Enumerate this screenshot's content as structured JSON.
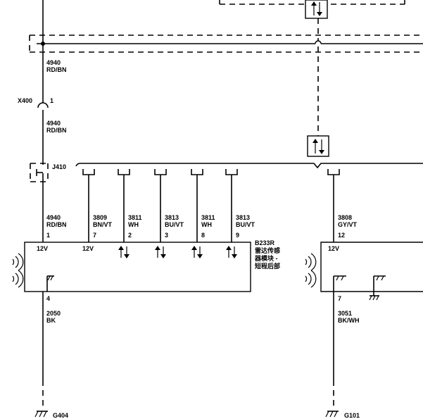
{
  "left_wire": {
    "wire_upper": {
      "num": "4940",
      "color": "RD/BN"
    },
    "connector_x400": {
      "name": "X400",
      "pin": "1"
    },
    "wire_mid": {
      "num": "4940",
      "color": "RD/BN"
    },
    "connector_j410": {
      "name": "J410"
    },
    "wire_lower": {
      "num": "4940",
      "color": "RD/BN",
      "pin": "1"
    }
  },
  "module_b233r": {
    "id": "B233R",
    "name_lines": [
      "雷达传感",
      "器模块 -",
      "短程后部"
    ],
    "power_label": "12V",
    "pins": [
      {
        "wire": "3809",
        "color": "BN/VT",
        "pin": "7",
        "signal": "12V",
        "type": "power"
      },
      {
        "wire": "3811",
        "color": "WH",
        "pin": "2",
        "signal": "↑↓",
        "type": "data"
      },
      {
        "wire": "3813",
        "color": "BU/VT",
        "pin": "3",
        "signal": "↑↓",
        "type": "data"
      },
      {
        "wire": "3811",
        "color": "WH",
        "pin": "8",
        "signal": "↑↓",
        "type": "data"
      },
      {
        "wire": "3813",
        "color": "BU/VT",
        "pin": "9",
        "signal": "↑↓",
        "type": "data"
      }
    ],
    "ground_pin": "4",
    "ground_wire": {
      "num": "2050",
      "color": "BK"
    },
    "ground_name": "G404"
  },
  "module_right": {
    "wire": {
      "num": "3808",
      "color": "GY/VT",
      "pin": "12"
    },
    "power_label": "12V",
    "ground_pin": "7",
    "ground_wire": {
      "num": "3051",
      "color": "BK/WH"
    },
    "ground_name": "G101"
  },
  "icons": {
    "bus_arrows_top": "bidirectional-arrow-icon",
    "bus_arrows_mid": "bidirectional-arrow-icon",
    "radar_waves_left": "radar-waves-icon",
    "radar_waves_right": "radar-waves-icon",
    "ground_symbol": "ground-icon"
  }
}
